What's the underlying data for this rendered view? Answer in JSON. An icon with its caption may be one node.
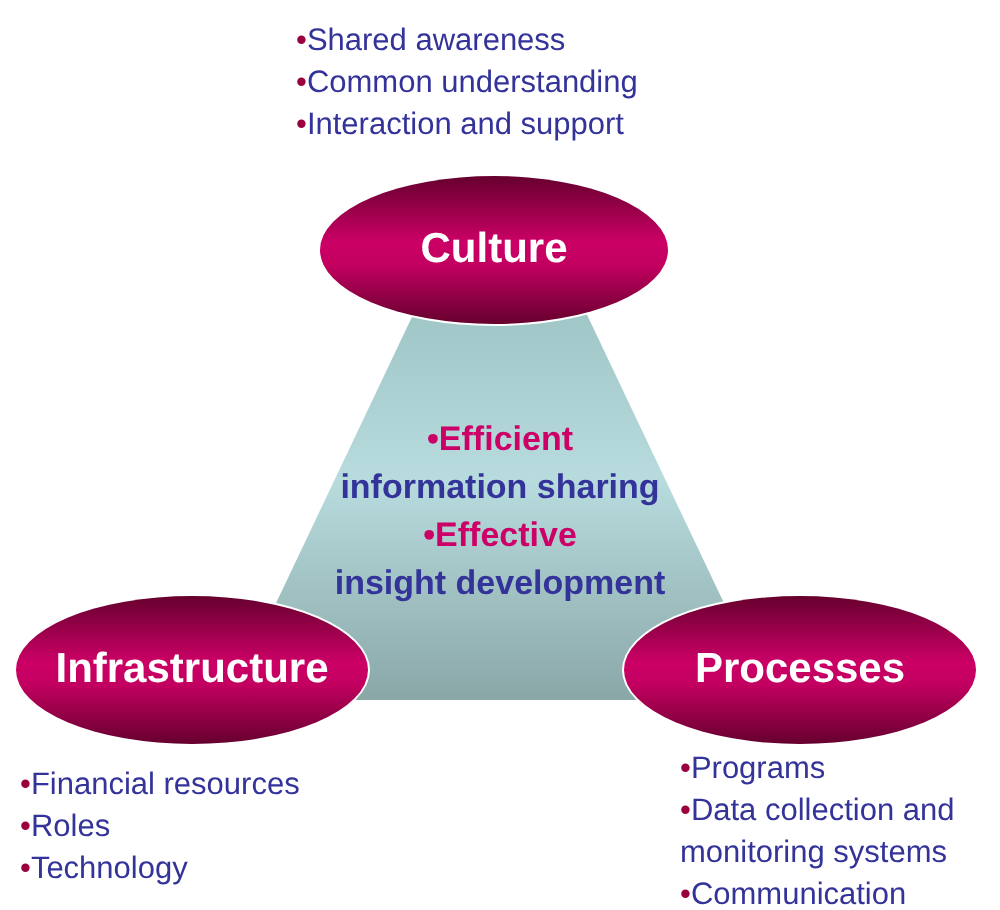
{
  "diagram": {
    "nodes": [
      {
        "text": [
          "Culture"
        ],
        "beside": [
          "•Shared awareness",
          "•Common understanding",
          "•Interaction and support"
        ]
      },
      {
        "text": [
          "•Efficient information sharing",
          "•Effective insight development"
        ]
      },
      {
        "text": [
          "Infrastructure"
        ],
        "beside": [
          "•Financial resources",
          "•Roles",
          "•Technology"
        ]
      },
      {
        "text": [
          "Processes"
        ],
        "beside": [
          "•Programs",
          "•Data collection and monitoring systems",
          "•Communication"
        ]
      }
    ],
    "edges": []
  }
}
